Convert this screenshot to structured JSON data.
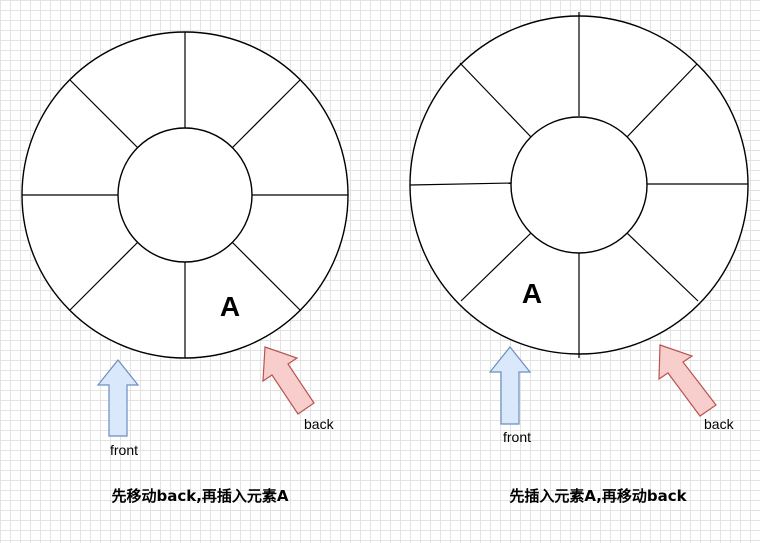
{
  "diagrams": [
    {
      "slot_label": "A",
      "front_label": "front",
      "back_label": "back",
      "caption": "先移动back,再插入元素A"
    },
    {
      "slot_label": "A",
      "front_label": "front",
      "back_label": "back",
      "caption": "先插入元素A,再移动back"
    }
  ],
  "colors": {
    "front_arrow_fill": "#dae8fc",
    "front_arrow_stroke": "#6c8ebf",
    "back_arrow_fill": "#f8cecc",
    "back_arrow_stroke": "#b85450",
    "grid": "#e3e3e3"
  }
}
